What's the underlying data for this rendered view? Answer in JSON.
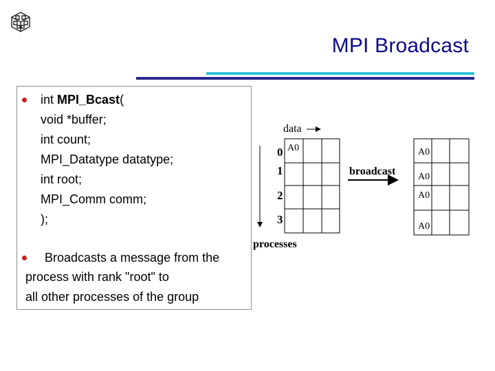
{
  "slide": {
    "title": "MPI Broadcast",
    "logo_icon": "cube-emblem-icon"
  },
  "code": {
    "lines": [
      {
        "prefix": "int ",
        "name": "MPI_Bcast",
        "suffix": "("
      },
      {
        "text": "void *buffer;"
      },
      {
        "text": "int count;"
      },
      {
        "text": "MPI_Datatype datatype;"
      },
      {
        "text": "int root;"
      },
      {
        "text": "MPI_Comm comm;"
      },
      {
        "text": ");"
      }
    ]
  },
  "description": {
    "lines": [
      "Broadcasts a message from the",
      "process with rank \"root\" to",
      "all other processes of the group"
    ]
  },
  "diagram": {
    "data_label": "data",
    "processes_label": "processes",
    "broadcast_label": "broadcast",
    "ranks": [
      "0",
      "1",
      "2",
      "3"
    ],
    "before": [
      "A0",
      "",
      "",
      ""
    ],
    "after": [
      "A0",
      "A0",
      "A0",
      "A0"
    ]
  },
  "colors": {
    "title": "#0b0b8a",
    "rule_cyan": "#2ec4d6",
    "rule_navy": "#28288f",
    "bullet": "#c81e1e"
  }
}
